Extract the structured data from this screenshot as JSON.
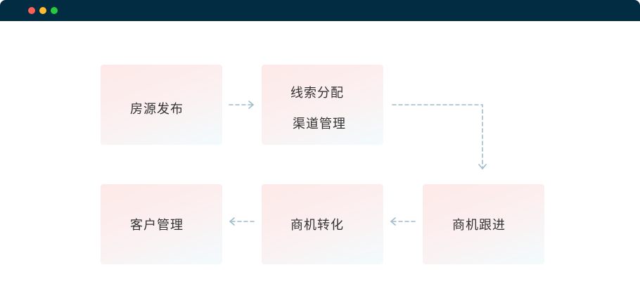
{
  "colors": {
    "titlebar": "#022c42",
    "dot_red": "#ff5f56",
    "dot_yellow": "#ffbd2e",
    "dot_green": "#27c93f",
    "arrow": "#9fbccb",
    "text": "#333333"
  },
  "window_controls": [
    "close-dot",
    "minimize-dot",
    "maximize-dot"
  ],
  "nodes": {
    "fangyuan": {
      "label": "房源发布"
    },
    "xiansuo": {
      "label_1": "线索分配",
      "label_2": "渠道管理"
    },
    "genjin": {
      "label": "商机跟进"
    },
    "zhuanhua": {
      "label": "商机转化"
    },
    "kehu": {
      "label": "客户管理"
    }
  }
}
